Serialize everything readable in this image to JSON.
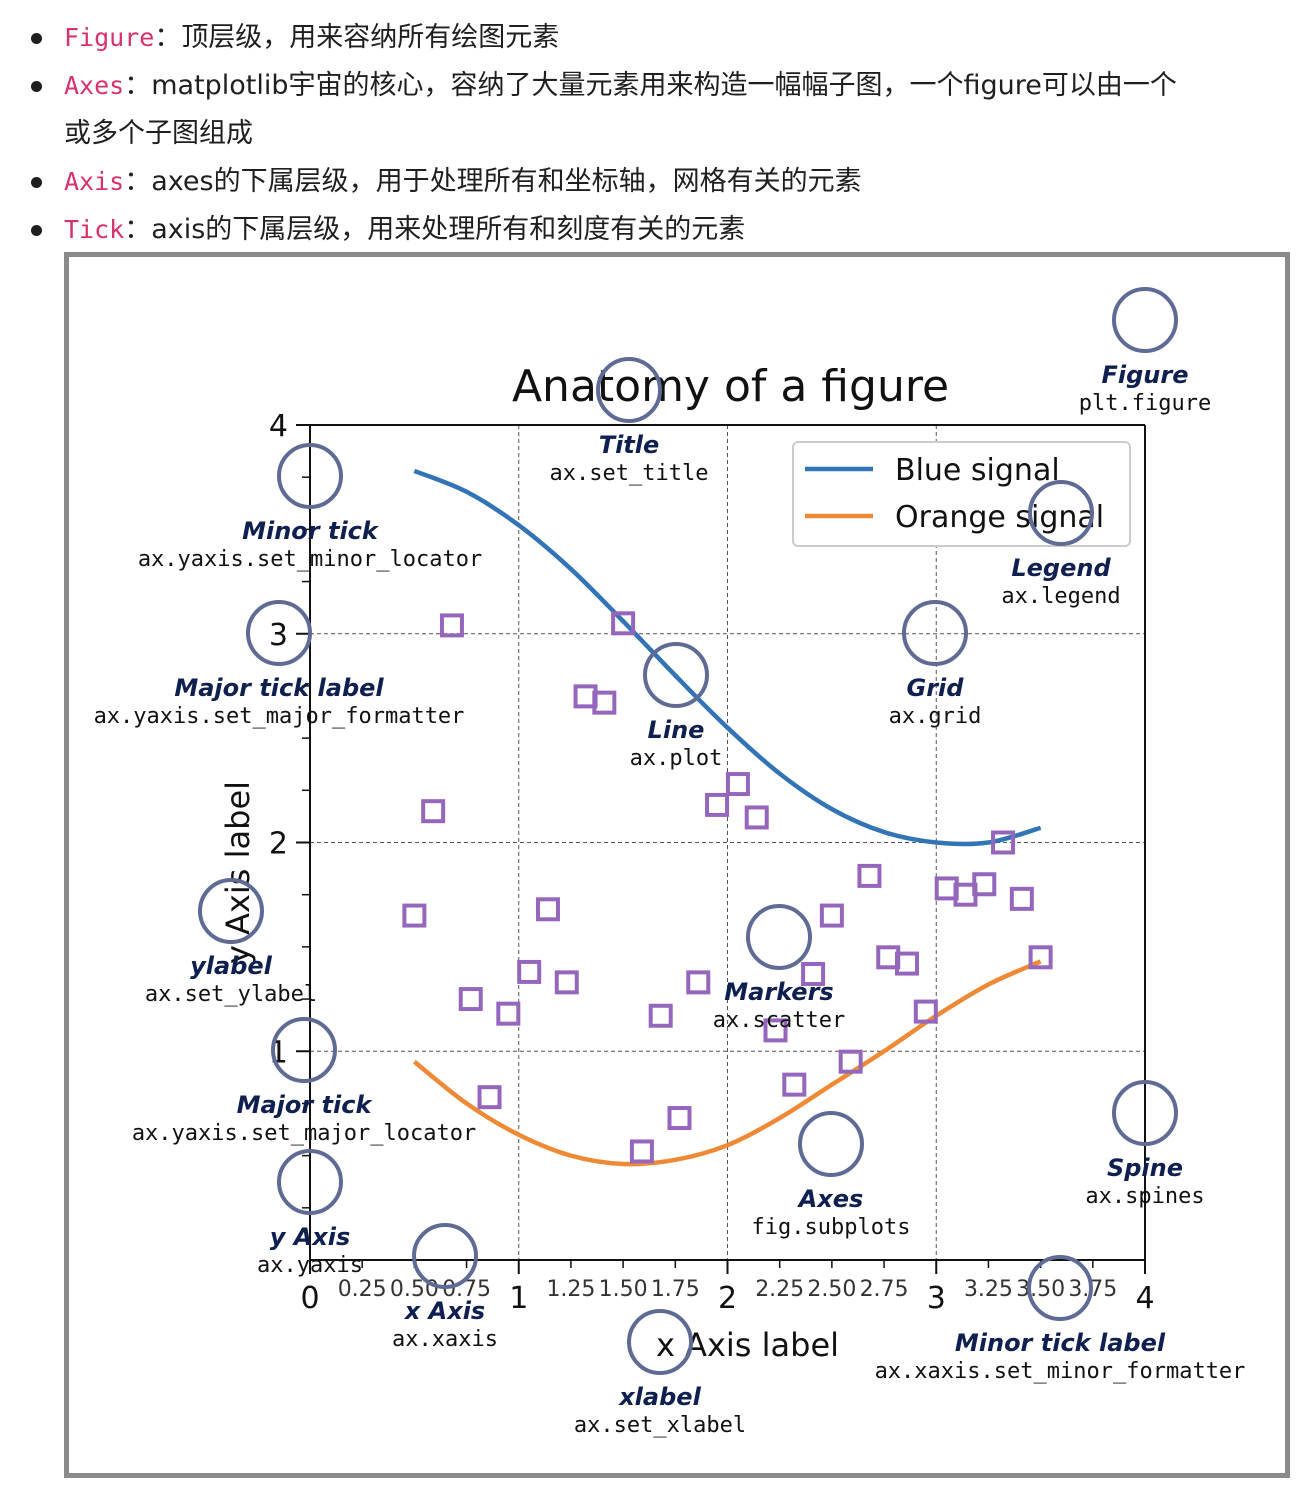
{
  "bullets": [
    {
      "term": "Figure",
      "sep": "：",
      "text": "顶层级，用来容纳所有绘图元素",
      "cont": ""
    },
    {
      "term": "Axes",
      "sep": "：",
      "text": "matplotlib宇宙的核心，容纳了大量元素用来构造一幅幅子图，一个figure可以由一个",
      "cont": "或多个子图组成"
    },
    {
      "term": "Axis",
      "sep": "：",
      "text": "axes的下属层级，用于处理所有和坐标轴，网格有关的元素",
      "cont": ""
    },
    {
      "term": "Tick",
      "sep": "：",
      "text": "axis的下属层级，用来处理所有和刻度有关的元素",
      "cont": ""
    }
  ],
  "figure": {
    "title": "Anatomy of a figure",
    "xlabel": "x Axis label",
    "ylabel": "y Axis label",
    "legend": [
      "Blue signal",
      "Orange signal"
    ],
    "annotations": [
      {
        "id": "figure",
        "name": "Figure",
        "code": "plt.figure"
      },
      {
        "id": "title",
        "name": "Title",
        "code": "ax.set_title"
      },
      {
        "id": "legend",
        "name": "Legend",
        "code": "ax.legend"
      },
      {
        "id": "minor-tick",
        "name": "Minor tick",
        "code": "ax.yaxis.set_minor_locator"
      },
      {
        "id": "major-tick-label",
        "name": "Major tick label",
        "code": "ax.yaxis.set_major_formatter"
      },
      {
        "id": "grid",
        "name": "Grid",
        "code": "ax.grid"
      },
      {
        "id": "line",
        "name": "Line",
        "code": "ax.plot"
      },
      {
        "id": "ylabel",
        "name": "ylabel",
        "code": "ax.set_ylabel"
      },
      {
        "id": "markers",
        "name": "Markers",
        "code": "ax.scatter"
      },
      {
        "id": "major-tick",
        "name": "Major tick",
        "code": "ax.yaxis.set_major_locator"
      },
      {
        "id": "spine",
        "name": "Spine",
        "code": "ax.spines"
      },
      {
        "id": "axes",
        "name": "Axes",
        "code": "fig.subplots"
      },
      {
        "id": "y-axis",
        "name": "y Axis",
        "code": "ax.yaxis"
      },
      {
        "id": "x-axis",
        "name": "x Axis",
        "code": "ax.xaxis"
      },
      {
        "id": "minor-tick-label",
        "name": "Minor tick label",
        "code": "ax.xaxis.set_minor_formatter"
      },
      {
        "id": "xlabel",
        "name": "xlabel",
        "code": "ax.set_xlabel"
      }
    ]
  },
  "colors": {
    "blue": "#3274b5",
    "orange": "#ee8a35",
    "marker": "#9467bd",
    "circle": "#5f6b94",
    "annotation": "#0f1f4f",
    "term": "#d6336c"
  },
  "chart_data": {
    "type": "line",
    "title": "Anatomy of a figure",
    "xlabel": "x Axis label",
    "ylabel": "y Axis label",
    "xlim": [
      0,
      4
    ],
    "ylim": [
      0,
      4
    ],
    "x_major_ticks": [
      "0",
      "1",
      "2",
      "3",
      "4"
    ],
    "x_minor_ticks": [
      "0.25",
      "0.50",
      "0.75",
      "1.25",
      "1.50",
      "1.75",
      "2.25",
      "2.50",
      "2.75",
      "3.25",
      "3.50",
      "3.75"
    ],
    "y_major_ticks": [
      "1",
      "2",
      "3",
      "4"
    ],
    "grid": true,
    "legend_position": "upper right",
    "series": [
      {
        "name": "Blue signal",
        "type": "line",
        "x": [
          0.5,
          0.75,
          1.0,
          1.25,
          1.5,
          1.75,
          2.0,
          2.25,
          2.5,
          2.75,
          3.0,
          3.25,
          3.5
        ],
        "y": [
          3.78,
          3.68,
          3.52,
          3.31,
          3.06,
          2.8,
          2.55,
          2.33,
          2.16,
          2.05,
          2.0,
          2.0,
          2.07
        ]
      },
      {
        "name": "Orange signal",
        "type": "line",
        "x": [
          0.5,
          0.75,
          1.0,
          1.25,
          1.5,
          1.75,
          2.0,
          2.25,
          2.5,
          2.75,
          3.0,
          3.25,
          3.5
        ],
        "y": [
          0.95,
          0.75,
          0.6,
          0.5,
          0.46,
          0.48,
          0.55,
          0.68,
          0.84,
          1.0,
          1.17,
          1.32,
          1.43
        ]
      },
      {
        "name": "",
        "type": "scatter",
        "x": [
          0.5,
          0.59,
          0.68,
          0.77,
          0.86,
          0.95,
          1.05,
          1.14,
          1.23,
          1.32,
          1.41,
          1.5,
          1.59,
          1.68,
          1.77,
          1.86,
          1.95,
          2.05,
          2.14,
          2.23,
          2.32,
          2.41,
          2.5,
          2.59,
          2.68,
          2.77,
          2.86,
          2.95,
          3.05,
          3.14,
          3.23,
          3.32,
          3.41,
          3.5
        ],
        "y": [
          1.65,
          2.15,
          3.04,
          1.25,
          0.78,
          1.18,
          1.38,
          1.68,
          1.33,
          2.7,
          2.67,
          3.05,
          0.52,
          1.17,
          0.68,
          1.33,
          2.18,
          2.28,
          2.12,
          1.1,
          0.84,
          1.37,
          1.65,
          0.95,
          1.84,
          1.45,
          1.42,
          1.19,
          1.78,
          1.75,
          1.8,
          2.0,
          1.73,
          1.45
        ]
      }
    ]
  }
}
